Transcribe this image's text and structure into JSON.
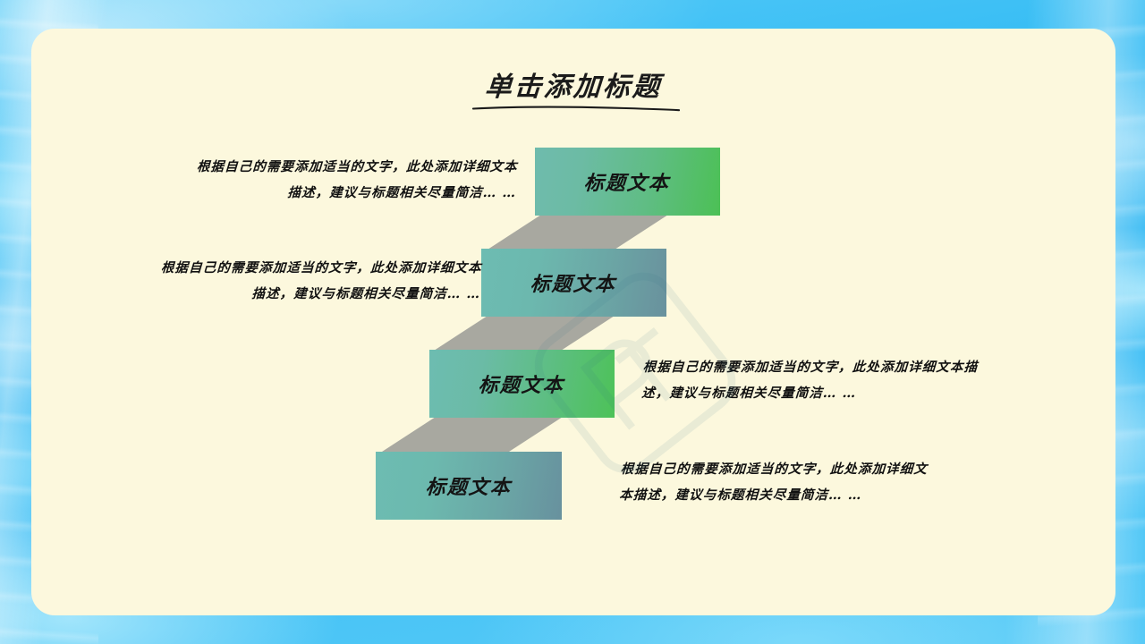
{
  "slide": {
    "title": "单击添加标题",
    "background_color": "#3fc0f5",
    "card_color": "#fcf8dd",
    "watermark_text": "ppt"
  },
  "steps": [
    {
      "id": "step-1",
      "label": "标题文本",
      "description": "根据自己的需要添加适当的文字，此处添加详细文本描述，建议与标题相关尽量简洁… …",
      "box_gradient_from": "#6fbbad",
      "box_gradient_to": "#4cc055",
      "text_side": "left"
    },
    {
      "id": "step-2",
      "label": "标题文本",
      "description": "根据自己的需要添加适当的文字，此处添加详细文本描述，建议与标题相关尽量简洁… …",
      "box_gradient_from": "#6dbcb2",
      "box_gradient_to": "#69919d",
      "text_side": "left"
    },
    {
      "id": "step-3",
      "label": "标题文本",
      "description": "根据自己的需要添加适当的文字，此处添加详细文本描述，建议与标题相关尽量简洁… …",
      "box_gradient_from": "#6dbcb1",
      "box_gradient_to": "#4dc258",
      "text_side": "right"
    },
    {
      "id": "step-4",
      "label": "标题文本",
      "description": "根据自己的需要添加适当的文字，此处添加详细文本描述，建议与标题相关尽量简洁… …",
      "box_gradient_from": "#6dbcb2",
      "box_gradient_to": "#68919e",
      "text_side": "right"
    }
  ],
  "connectors": {
    "color": "#a8a8a0"
  }
}
